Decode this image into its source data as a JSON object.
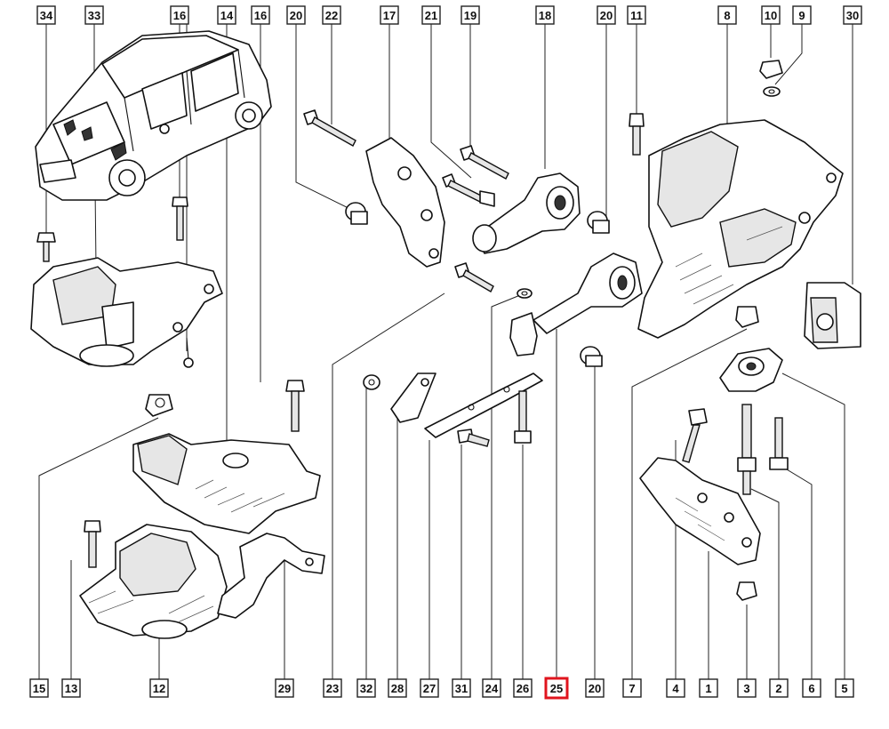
{
  "top_labels": [
    {
      "id": "34",
      "text": "34"
    },
    {
      "id": "33",
      "text": "33"
    },
    {
      "id": "16a",
      "text": "16"
    },
    {
      "id": "14",
      "text": "14"
    },
    {
      "id": "16b",
      "text": "16"
    },
    {
      "id": "20a",
      "text": "20"
    },
    {
      "id": "22",
      "text": "22"
    },
    {
      "id": "17",
      "text": "17"
    },
    {
      "id": "21",
      "text": "21"
    },
    {
      "id": "19",
      "text": "19"
    },
    {
      "id": "18",
      "text": "18"
    },
    {
      "id": "20b",
      "text": "20"
    },
    {
      "id": "11",
      "text": "11"
    },
    {
      "id": "8",
      "text": "8"
    },
    {
      "id": "10",
      "text": "10"
    },
    {
      "id": "9",
      "text": "9"
    },
    {
      "id": "30",
      "text": "30"
    }
  ],
  "bottom_labels": [
    {
      "id": "15",
      "text": "15"
    },
    {
      "id": "13",
      "text": "13"
    },
    {
      "id": "12",
      "text": "12"
    },
    {
      "id": "29",
      "text": "29"
    },
    {
      "id": "23",
      "text": "23"
    },
    {
      "id": "32",
      "text": "32"
    },
    {
      "id": "28",
      "text": "28"
    },
    {
      "id": "27",
      "text": "27"
    },
    {
      "id": "31",
      "text": "31"
    },
    {
      "id": "24",
      "text": "24"
    },
    {
      "id": "26",
      "text": "26"
    },
    {
      "id": "25",
      "text": "25"
    },
    {
      "id": "20c",
      "text": "20"
    },
    {
      "id": "7",
      "text": "7"
    },
    {
      "id": "4",
      "text": "4"
    },
    {
      "id": "1",
      "text": "1"
    },
    {
      "id": "3",
      "text": "3"
    },
    {
      "id": "2",
      "text": "2"
    },
    {
      "id": "6",
      "text": "6"
    },
    {
      "id": "5",
      "text": "5"
    }
  ],
  "highlighted_label": "25",
  "colors": {
    "line": "#111111",
    "highlight": "#e0141e",
    "background": "#ffffff"
  }
}
